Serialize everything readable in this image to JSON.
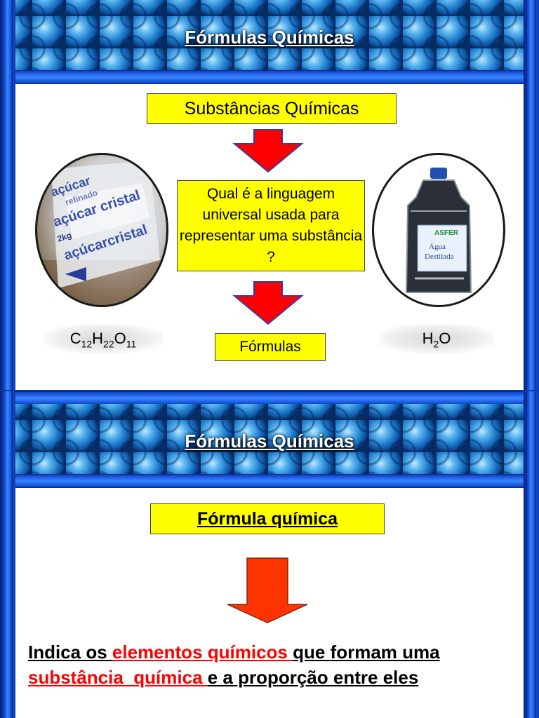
{
  "slide1": {
    "title": "Fórmulas Químicas",
    "box_top": "Substâncias Químicas",
    "question": "Qual é a linguagem universal  usada para representar uma substância ?",
    "box_bottom": "Fórmulas",
    "left_image_text": {
      "line1": "açúcar",
      "line2": "refinado",
      "line3": "açúcar cristal",
      "line4": "2kg",
      "line5": "açúcarcristal"
    },
    "left_formula": {
      "c": "C",
      "c_n": "12",
      "h": "H",
      "h_n": "22",
      "o": "O",
      "o_n": "11"
    },
    "right_image_text": {
      "brand": "ASFER",
      "label1": "Água",
      "label2": "Destilada"
    },
    "right_formula": {
      "h": "H",
      "h_n": "2",
      "o": "O"
    }
  },
  "slide2": {
    "title": "Fórmulas Químicas",
    "box_title": "Fórmula química",
    "statement": {
      "p1": "Indica os ",
      "p2": "elementos químicos ",
      "p3": "que formam uma ",
      "p4": "substância  química ",
      "p5": "e a proporção entre eles"
    }
  },
  "colors": {
    "highlight_box": "#ffff00",
    "arrow_red": "#ff0000",
    "arrow_orange": "#ff3300",
    "emphasis_red": "#ff0000",
    "frame_blue": "#1a5fe0"
  }
}
